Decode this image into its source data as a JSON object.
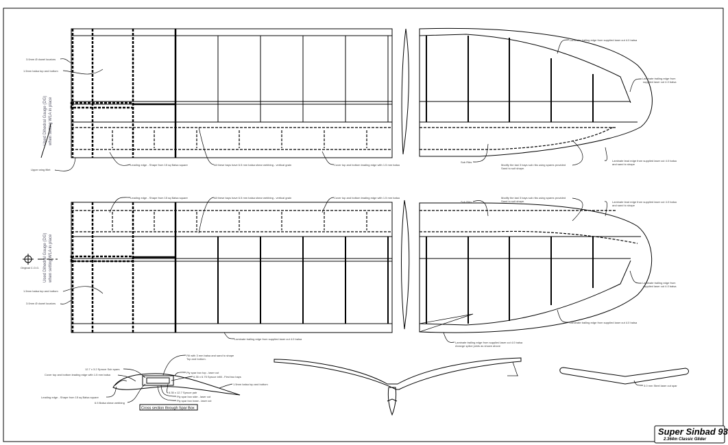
{
  "title": {
    "main": "Super Sinbad 93",
    "subtitle": "2.364m Classic Glider"
  },
  "upper_wing": {
    "dihedral_gauge": [
      "Used Dihedral Gauge (DG)",
      "when setting W1A in place"
    ],
    "dowel": "3.0mm Ø dowel locators",
    "balsa_top_bottom": "1.5mm balsa top and bottom",
    "wing_fillet": "Upper wing fillet",
    "leading_edge": "Leading edge - Shape from 15 sq Balsa square",
    "shear_webbing": "All these bays have 6.5 mm balsa shear webbing - vertical grain",
    "cover_le": "Cover top and bottom leading edge with 1.5 mm balsa",
    "sub_ribs": "Sub Ribs",
    "modify_sub_ribs": [
      "Modify the last 3 bays sub ribs using spares provided",
      "Sand to suit shape."
    ],
    "tip_te_1": "Laminate trailing edge from supplied laser cut 4.0 balsa",
    "tip_te_2": [
      "Laminate trailing edge from",
      "supplied laser cut 4.0 balsa"
    ],
    "tip_le": [
      "Laminate lead edge from supplied laser cut 4.0 balsa",
      "and sand to shape"
    ]
  },
  "lower_wing": {
    "dihedral_gauge": [
      "Used Dihedral Gauge (DG)",
      "when setting W1A in place"
    ],
    "cog": "Original C.O.G.",
    "balsa_top_bottom": "1.5mm balsa top and bottom",
    "dowel": "3.0mm Ø dowel locators",
    "leading_edge": "Leading edge - Shape from 15 sq Balsa square",
    "shear_webbing": "All these bays have 6.5 mm balsa shear webbing - vertical grain",
    "cover_le": "Cover top and bottom leading edge with 1.5 mm balsa",
    "sub_ribs": "Sub Ribs",
    "modify_sub_ribs": [
      "Modify the last 3 bays sub ribs using spares provided",
      "Sand to suit shape."
    ],
    "tip_le": [
      "Laminate lead edge from supplied laser cut 4.0 balsa",
      "and sand to shape"
    ],
    "tip_te_2": [
      "Laminate trailing edge from",
      "supplied laser cut 4.0 balsa"
    ],
    "tip_te_1": "Laminate trailing edge from supplied laser cut 4.0 balsa",
    "te": "Laminate trailing edge from supplied laser cut 4.0 balsa",
    "splice": [
      "Laminate trailing edge from supplied laser cut 4.0 balsa",
      "Arrange splice joints as shown above"
    ]
  },
  "cross_section": {
    "caption": "Cross section through Spar Box",
    "labels": {
      "fill": [
        "Fill with 3 mm balsa and sand to shape",
        "Top and bottom."
      ],
      "sub_spars": "12.7 x 3.2 Spruce Sub spars",
      "cover_le": "Cover top and bottom leading edge with 1.5 mm balsa",
      "box_top": "Ply spar box top - laser cut",
      "infill": "6.35 x 6.75 Spruce infill - First two bays",
      "balsa": "1.5mm balsa  top and bottom",
      "le": "Leading edge - Shape from 15 sq Balsa square",
      "spruce_pair": "6.35 x 12.7 Spruce pair",
      "box_side": "Ply spar box side - laser cut",
      "webbing": "6.5 Balsa shear webbing",
      "box_base": "Ply spar box base - laser cut"
    }
  },
  "spar": {
    "label": "3.0 mm Steel laser cut spar"
  }
}
